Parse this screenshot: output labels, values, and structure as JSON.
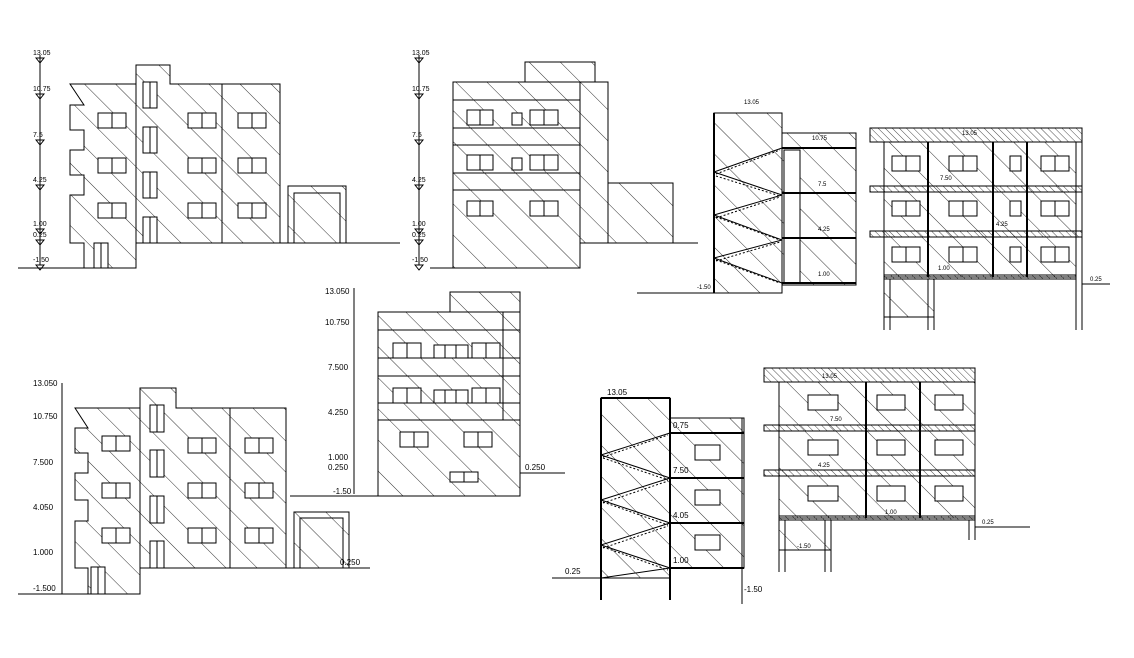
{
  "colors": {
    "line": "#000000",
    "background": "#ffffff"
  },
  "elevation_1": {
    "levels": [
      "13.05",
      "10.75",
      "7.5",
      "4.25",
      "1.00",
      "0.25",
      "-1.50"
    ]
  },
  "elevation_2": {
    "levels": [
      "13.05",
      "10.75",
      "7.5",
      "4.25",
      "1.00",
      "0.25",
      "-1.50"
    ]
  },
  "section_1": {
    "labels": [
      "13.05",
      "10.75",
      "7.5",
      "4.25",
      "1.00",
      "-1.50"
    ]
  },
  "section_2": {
    "labels": [
      "13.05",
      "7.50",
      "4.25",
      "1.00",
      "0.25"
    ]
  },
  "elevation_3": {
    "levels": [
      "13.050",
      "10.750",
      "7.500",
      "4.050",
      "1.000",
      "-1.500"
    ],
    "ground_label": "0.250"
  },
  "elevation_4": {
    "levels": [
      "13.050",
      "10.750",
      "7.500",
      "4.250",
      "1.000",
      "0.250",
      "-1.50"
    ],
    "ground_label": "0.250"
  },
  "section_3": {
    "labels": [
      "13.05",
      "0.75",
      "7.50",
      "4.05",
      "1.00",
      "0.25",
      "-1.50"
    ]
  },
  "section_4": {
    "labels": [
      "13.05",
      "7.50",
      "4.25",
      "1.00",
      "-1.50",
      "0.25"
    ]
  }
}
